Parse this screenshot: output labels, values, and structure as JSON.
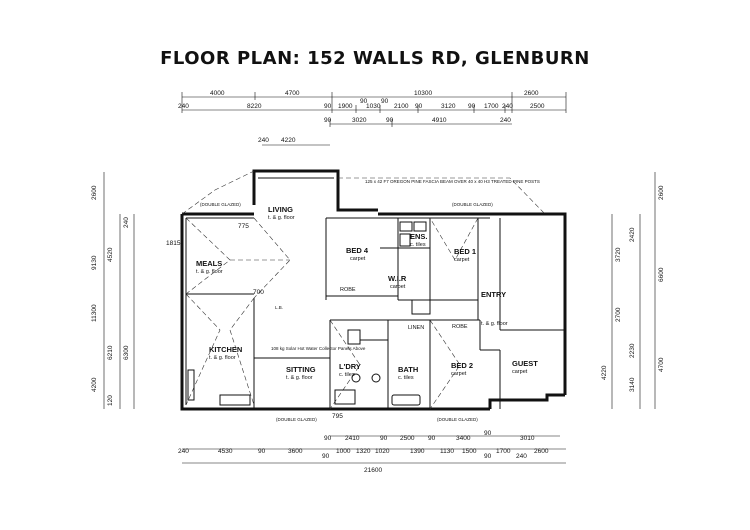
{
  "title": "FLOOR PLAN:  152 WALLS RD, GLENBURN",
  "overall": {
    "width": "21600",
    "depth": "11300"
  },
  "top_dims": {
    "row1": [
      "4000",
      "4700",
      "10300",
      "2600"
    ],
    "row2": [
      "240",
      "8220",
      "90",
      "1900",
      "90",
      "1030",
      "90",
      "2100",
      "90",
      "3120",
      "90",
      "1700",
      "240",
      "2500"
    ],
    "row3": [
      "90",
      "3020",
      "90",
      "4910",
      "240"
    ]
  },
  "bottom_dims": {
    "row1": [
      "90",
      "2410",
      "90",
      "2500",
      "90",
      "3400",
      "90",
      "3010"
    ],
    "row2": [
      "240",
      "4530",
      "90",
      "3600",
      "90",
      "1000",
      "1320",
      "1020",
      "1390",
      "1130",
      "1500",
      "90",
      "1700",
      "240",
      "2600"
    ]
  },
  "left_dims": [
    "2600",
    "9130",
    "4520",
    "11300",
    "4200",
    "6300",
    "6210",
    "120",
    "240"
  ],
  "right_dims": [
    "2600",
    "3720",
    "6600",
    "4700",
    "2420",
    "2700",
    "2230",
    "4220",
    "3140"
  ],
  "rooms": [
    {
      "name": "LIVING",
      "floor": "t. & g. floor"
    },
    {
      "name": "MEALS",
      "floor": "t. & g. floor"
    },
    {
      "name": "KITCHEN",
      "floor": "t. & g. floor"
    },
    {
      "name": "SITTING",
      "floor": "t. & g. floor"
    },
    {
      "name": "BED 4",
      "floor": "carpet"
    },
    {
      "name": "ENS.",
      "floor": "c. tiles"
    },
    {
      "name": "W.I.R",
      "floor": "carpet"
    },
    {
      "name": "BED 1",
      "floor": "carpet"
    },
    {
      "name": "ENTRY",
      "floor": "t. & g. floor"
    },
    {
      "name": "L'DRY",
      "floor": "c. tiles"
    },
    {
      "name": "BATH",
      "floor": "c. tiles"
    },
    {
      "name": "BED 2",
      "floor": "carpet"
    },
    {
      "name": "GUEST",
      "floor": "carpet"
    }
  ],
  "labels": {
    "robe1": "ROBE",
    "robe2": "ROBE",
    "linen": "LINEN",
    "lb": "L.B.",
    "solar": "108 kg Solar Hot Water Collector Panels Above",
    "beam": "125 x 42 F7 OREGON PINE FASCIA BEAM OVER 40 x 40 H3 TREATED PINE POSTS",
    "double_glazed": "(DOUBLE GLAZED)",
    "dim_700": "700",
    "dim_1815": "1815",
    "dim_775": "775",
    "dim_795": "795",
    "dim_4220": "4220",
    "dim_240": "240"
  }
}
